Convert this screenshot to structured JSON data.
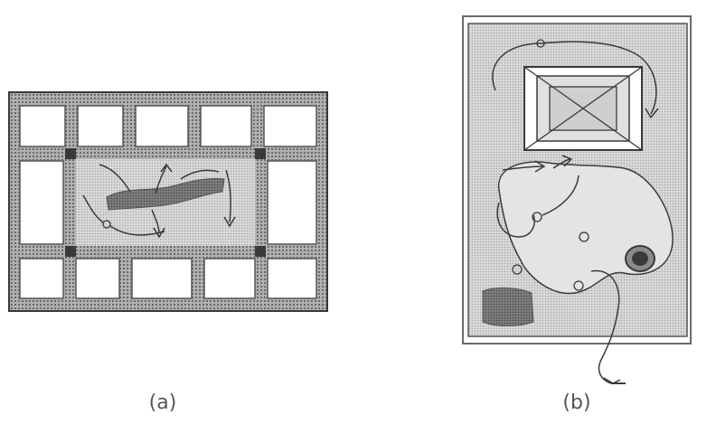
{
  "figures": [
    {
      "id": "a",
      "caption": "(a)"
    },
    {
      "id": "b",
      "caption": "(b)"
    }
  ],
  "colors": {
    "ink": "#3a3a3a",
    "hatch_fill": "#c8c8c8",
    "light_fill": "#e6e6e6",
    "dark_fill": "#8a8a8a",
    "white": "#ffffff"
  }
}
